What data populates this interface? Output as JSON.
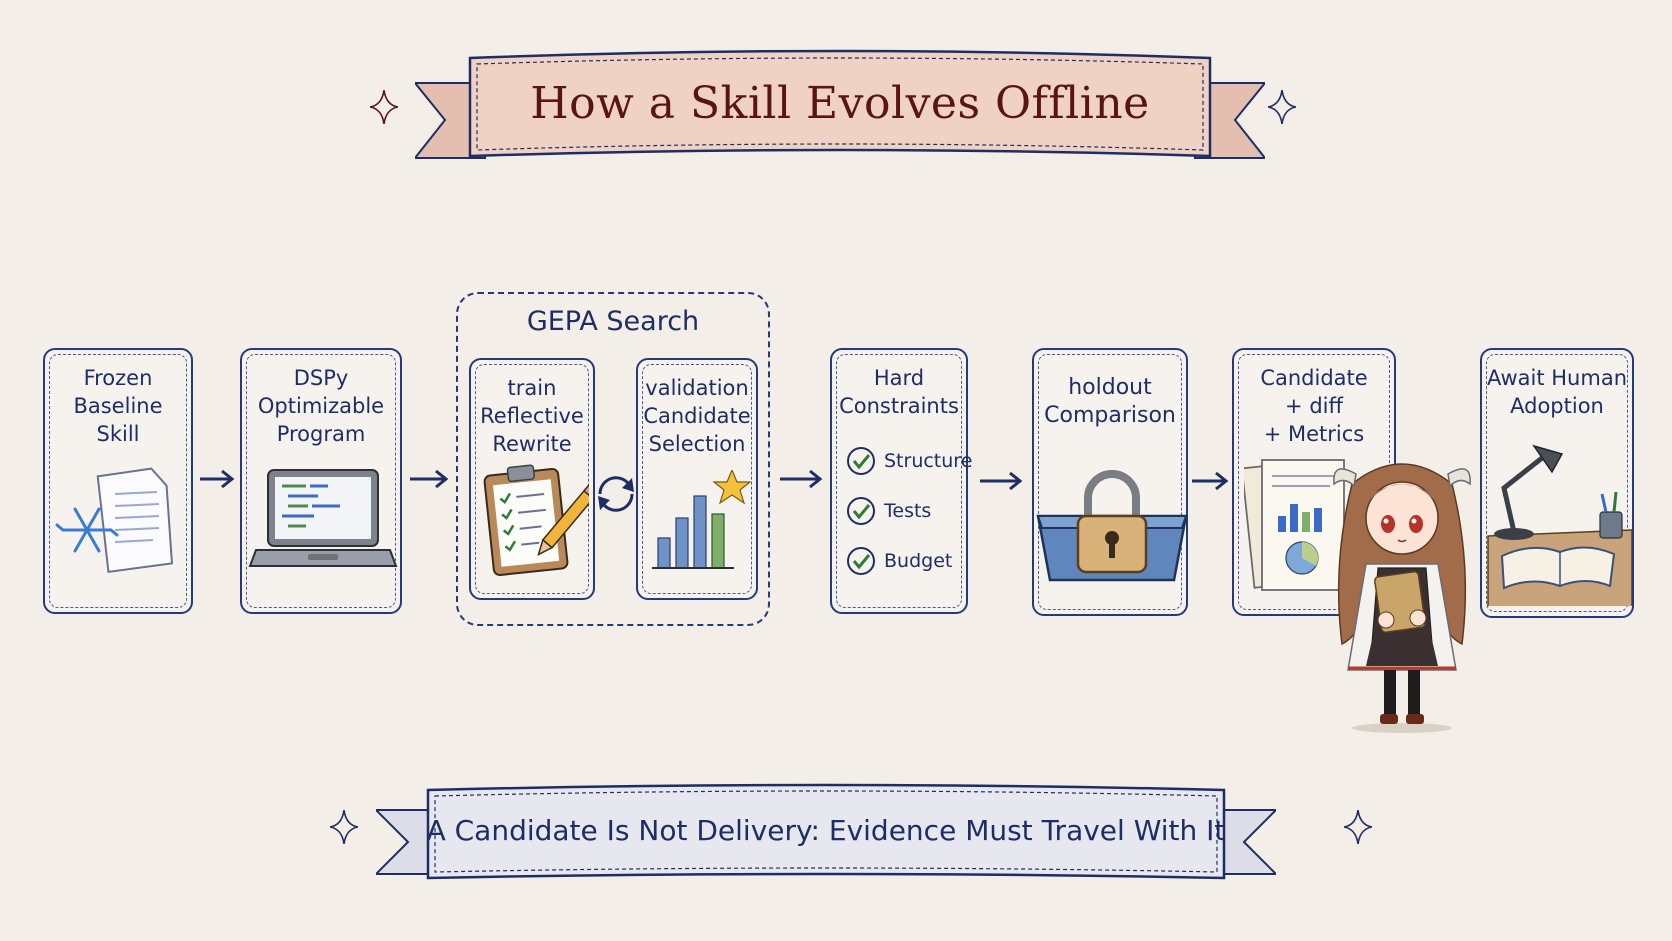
{
  "title": "How a Skill Evolves Offline",
  "footer": "A Candidate Is Not Delivery: Evidence Must Travel With It",
  "group": {
    "label": "GEPA Search"
  },
  "steps": [
    {
      "label": "Frozen\nBaseline\nSkill",
      "icon": "frozen-document-icon"
    },
    {
      "label": "DSPy\nOptimizable\nProgram",
      "icon": "laptop-code-icon"
    },
    {
      "label": "train\nReflective\nRewrite",
      "icon": "clipboard-pencil-icon"
    },
    {
      "label": "validation\nCandidate\nSelection",
      "icon": "bar-chart-star-icon"
    },
    {
      "label": "Hard\nConstraints",
      "icon": "checklist-icon"
    },
    {
      "label": "holdout\nComparison",
      "icon": "locked-tray-icon"
    },
    {
      "label": "Candidate\n+ diff\n+ Metrics",
      "icon": "report-documents-icon"
    },
    {
      "label": "Await Human\nAdoption",
      "icon": "desk-lamp-book-icon"
    }
  ],
  "constraints": [
    "Structure",
    "Tests",
    "Budget"
  ],
  "colors": {
    "ink": "#1f2d66",
    "title_ink": "#5a1414",
    "title_ribbon": "#efd2c4",
    "footer_ribbon": "#e6e7ef",
    "check": "#2f7a3a"
  }
}
